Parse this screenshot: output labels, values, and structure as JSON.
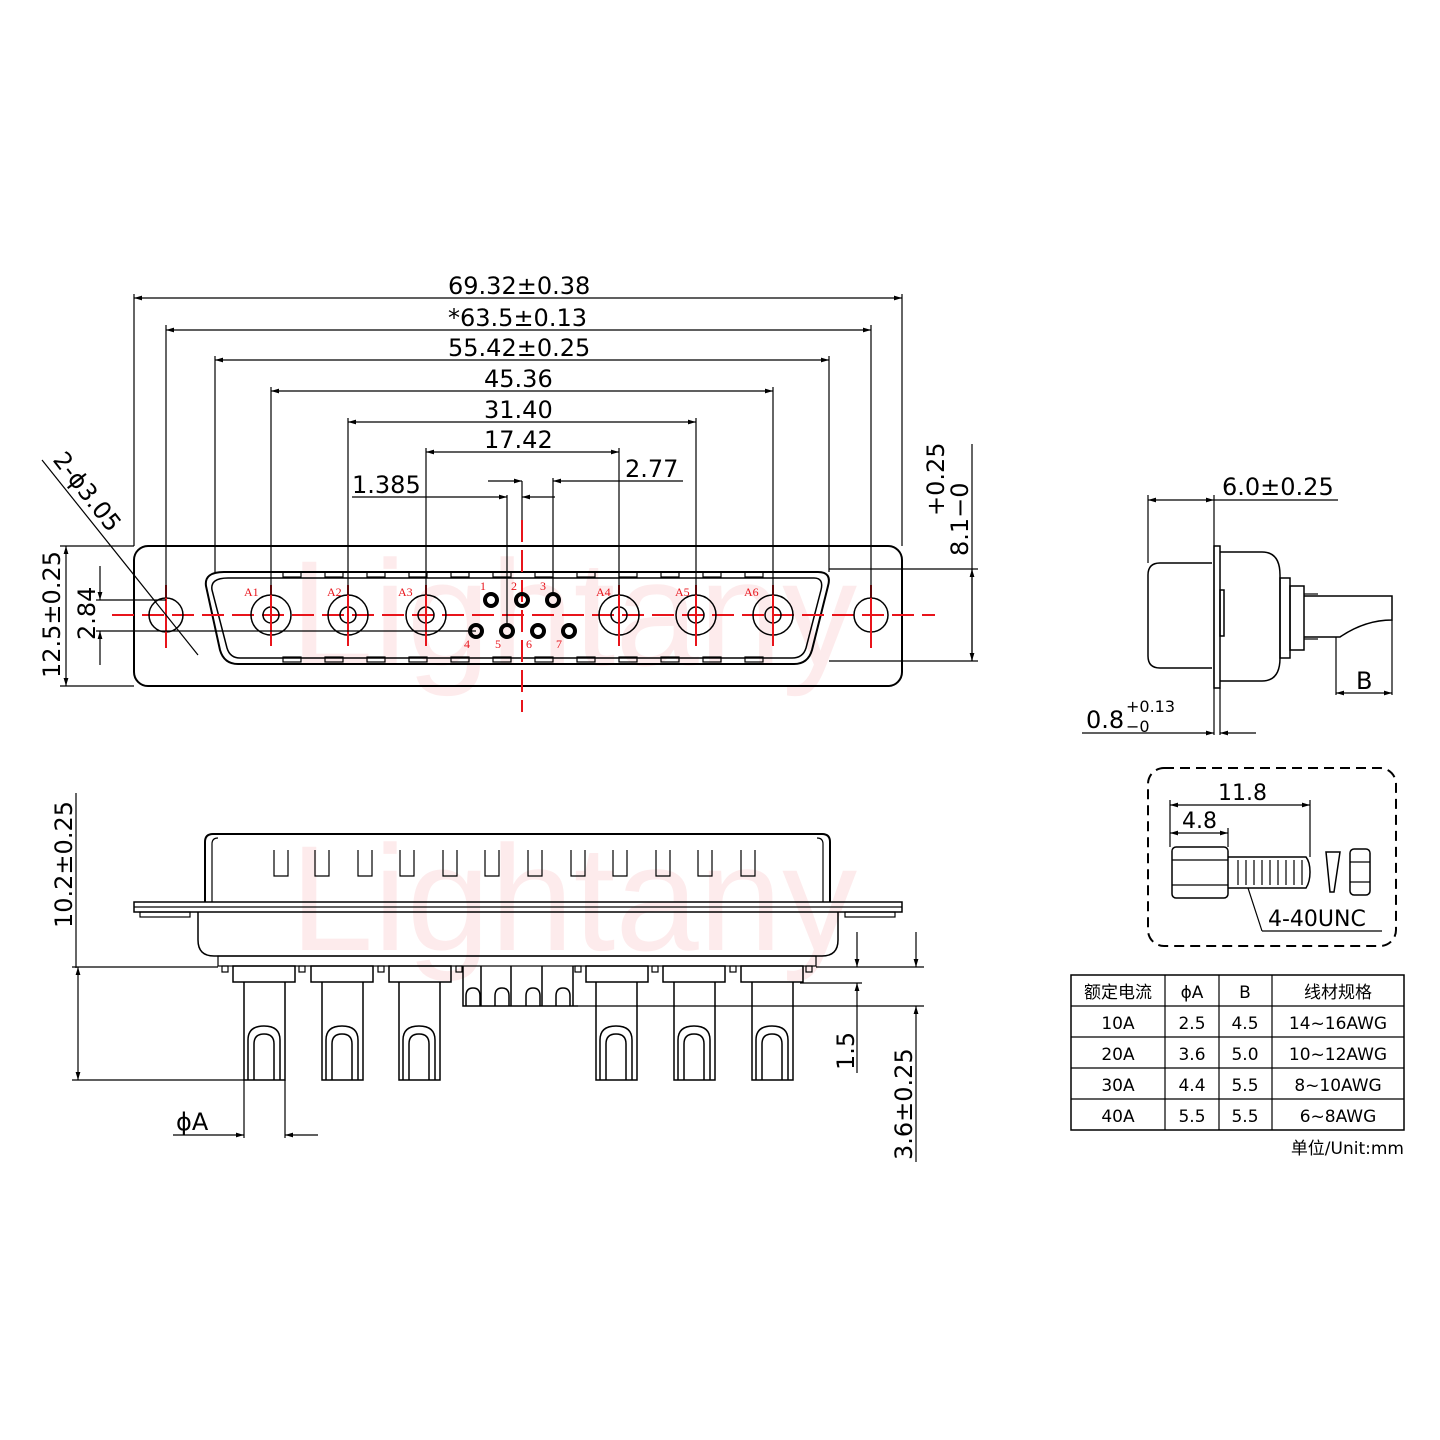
{
  "watermark": "Lightany",
  "colors": {
    "line": "#000000",
    "centerline": "#e8141b",
    "background": "#ffffff"
  },
  "front_view": {
    "dimensions": {
      "overall_width": "69.32±0.38",
      "mount_hole_spacing": "*63.5±0.13",
      "shell_width": "55.42±0.25",
      "a1_a6": "45.36",
      "a2_a5": "31.40",
      "a3_a4": "17.42",
      "signal_pitch": "2.77",
      "signal_offset": "1.385",
      "mount_holes": "2-ϕ3.05",
      "height": "12.5±0.25",
      "row_pitch": "2.84",
      "shell_height_tol": "+0.25",
      "shell_height_base": "8.1−0"
    },
    "power_contacts": [
      "A1",
      "A2",
      "A3",
      "A4",
      "A5",
      "A6"
    ],
    "signal_contacts": [
      "1",
      "2",
      "3",
      "4",
      "5",
      "6",
      "7"
    ]
  },
  "side_view": {
    "depth": "6.0±0.25",
    "flange_base": "0.8",
    "flange_tol_plus": "+0.13",
    "flange_tol_minus": "−0",
    "solder_label": "B"
  },
  "screw_detail": {
    "length": "11.8",
    "hex_length": "4.8",
    "thread": "4-40UNC"
  },
  "bottom_view": {
    "height": "10.2±0.25",
    "diameter_label": "ϕA",
    "signal_length": "1.5",
    "power_length": "3.6±0.25"
  },
  "spec_table": {
    "headers": [
      "额定电流",
      "ϕA",
      "B",
      "线材规格"
    ],
    "rows": [
      [
        "10A",
        "2.5",
        "4.5",
        "14~16AWG"
      ],
      [
        "20A",
        "3.6",
        "5.0",
        "10~12AWG"
      ],
      [
        "30A",
        "4.4",
        "5.5",
        "8~10AWG"
      ],
      [
        "40A",
        "5.5",
        "5.5",
        "6~8AWG"
      ]
    ],
    "unit_note": "单位/Unit:mm"
  }
}
